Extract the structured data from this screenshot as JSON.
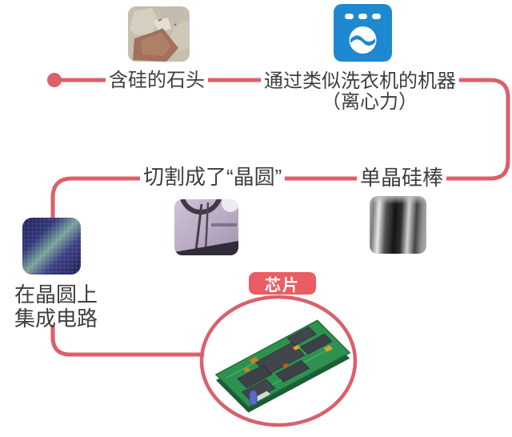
{
  "diagram": {
    "topic": "chip manufacturing flow infographic",
    "colors": {
      "accent_line": "#dc5f69",
      "callout_bg": "#ea5d64",
      "text": "#3e3e3e",
      "washer_blue": "#1e88d0",
      "pcb_green": "#2e9150"
    },
    "icons": [
      "flow-start-dot-icon",
      "washing-machine-icon",
      "silicon-rocks-image",
      "silicon-ingot-image",
      "wafer-slicing-image",
      "patterned-wafer-image",
      "circuit-board-3d-image"
    ],
    "steps": {
      "rocks": {
        "label": "含硅的石头"
      },
      "machine": {
        "label": "通过类似洗衣机的机器",
        "sublabel": "（离心力）"
      },
      "ingot": {
        "label": "单晶硅棒"
      },
      "slicing": {
        "label": "切割成了“晶圆”"
      },
      "integration": {
        "label_line1": "在晶圆上",
        "label_line2": "集成电路"
      },
      "chip": {
        "label": "芯片"
      }
    }
  }
}
